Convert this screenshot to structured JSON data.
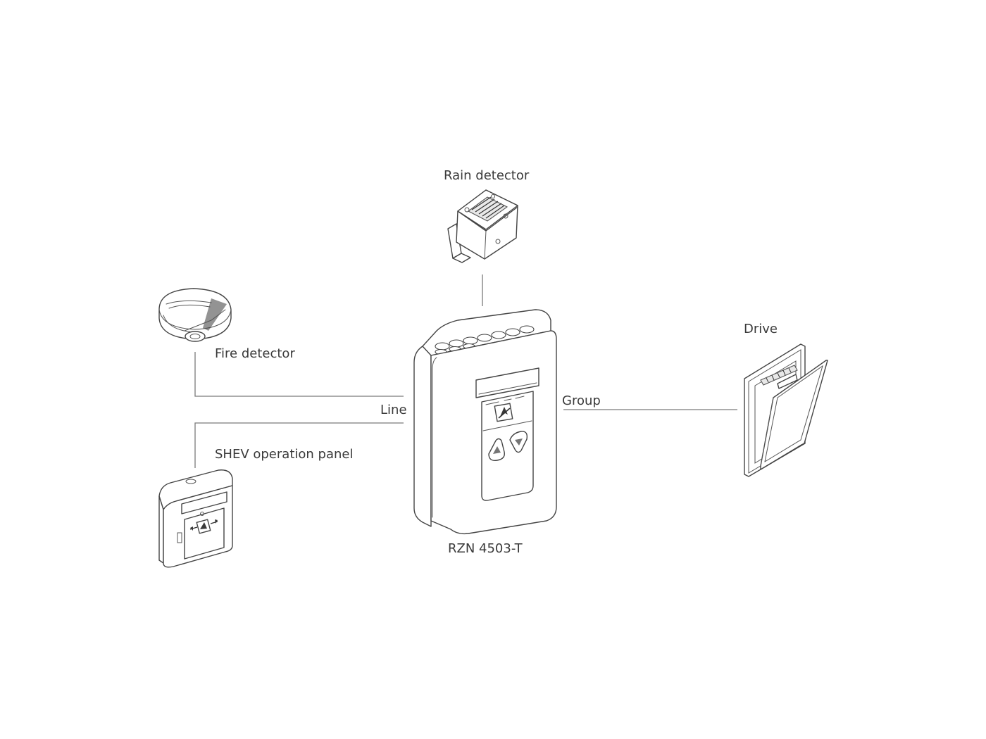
{
  "diagram": {
    "labels": {
      "rain_detector": "Rain detector",
      "fire_detector": "Fire detector",
      "drive": "Drive",
      "group": "Group",
      "line": "Line",
      "shev_panel": "SHEV operation panel",
      "controller": "RZN 4503-T"
    },
    "colors": {
      "line_stroke": "#7a7a7a",
      "device_outline": "#444444",
      "text": "#3a3a3a",
      "background": "#ffffff"
    }
  }
}
